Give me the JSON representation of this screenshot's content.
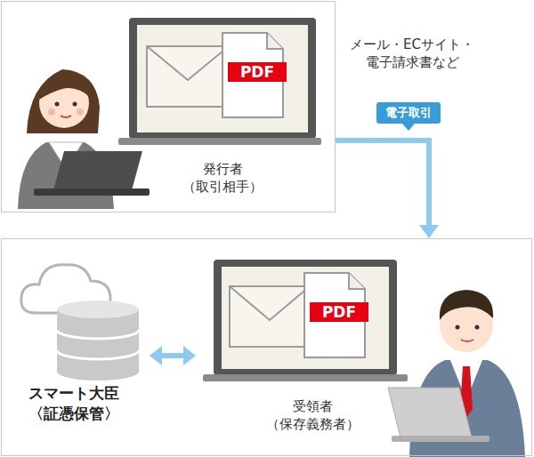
{
  "diagram": {
    "nodes": [
      {
        "text": [
          "発行者 （取引相手）"
        ]
      },
      {
        "text": [
          "受領者 （保存義務者）"
        ]
      },
      {
        "text": [
          "スマート大臣 〈証憑保管〉"
        ],
        "in": 1
      }
    ],
    "edges": [
      {
        "from": 0,
        "to": 1,
        "arrow": "to",
        "label": "電子取引"
      }
    ],
    "labels": [
      "メール・ECサイト・ 電子請求書など",
      "PDF",
      "PDF"
    ]
  }
}
